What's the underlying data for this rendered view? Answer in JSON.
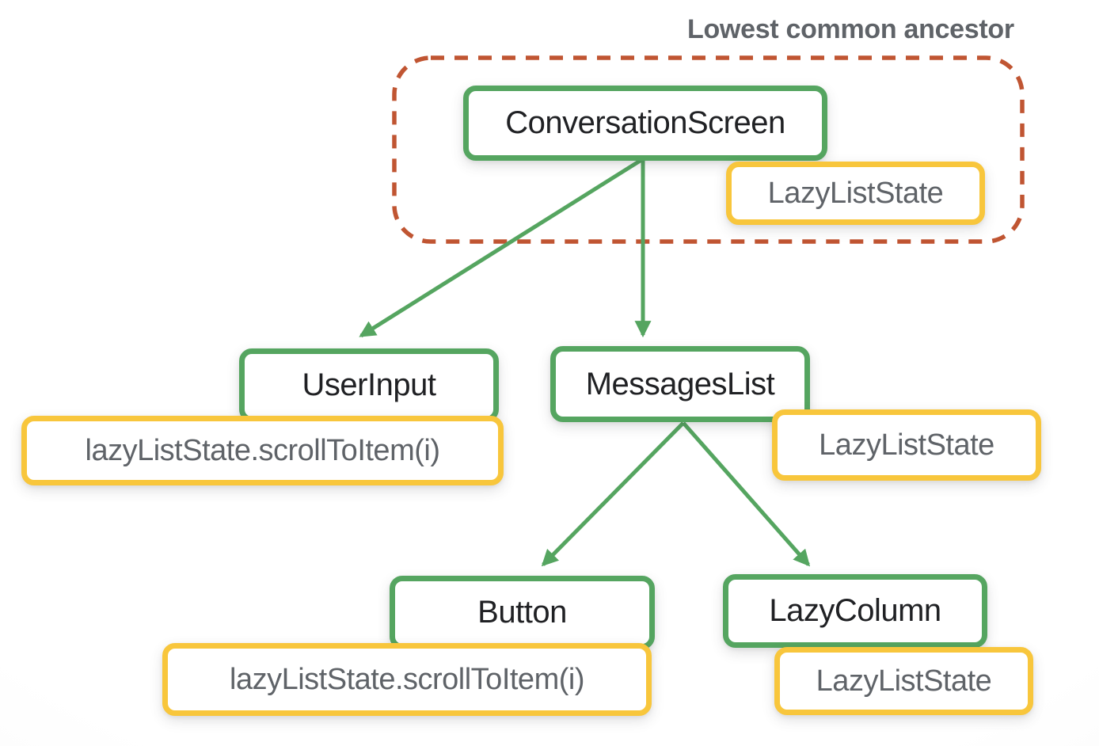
{
  "diagram": {
    "annotation": "Lowest common ancestor",
    "colors": {
      "component_border": "#55a560",
      "state_border": "#f8c63c",
      "ancestor_outline": "#c05532",
      "arrow": "#55a560",
      "component_text": "#202124",
      "state_text": "#5f6368",
      "annotation_text": "#5f6368"
    },
    "nodes": {
      "conversationScreen": "ConversationScreen",
      "conversationScreenState": "LazyListState",
      "userInput": "UserInput",
      "userInputCall": "lazyListState.scrollToItem(i)",
      "messagesList": "MessagesList",
      "messagesListState": "LazyListState",
      "button": "Button",
      "buttonCall": "lazyListState.scrollToItem(i)",
      "lazyColumn": "LazyColumn",
      "lazyColumnState": "LazyListState"
    },
    "edges": [
      {
        "from": "conversationScreen",
        "to": "userInput"
      },
      {
        "from": "conversationScreen",
        "to": "messagesList"
      },
      {
        "from": "messagesList",
        "to": "button"
      },
      {
        "from": "messagesList",
        "to": "lazyColumn"
      }
    ]
  }
}
